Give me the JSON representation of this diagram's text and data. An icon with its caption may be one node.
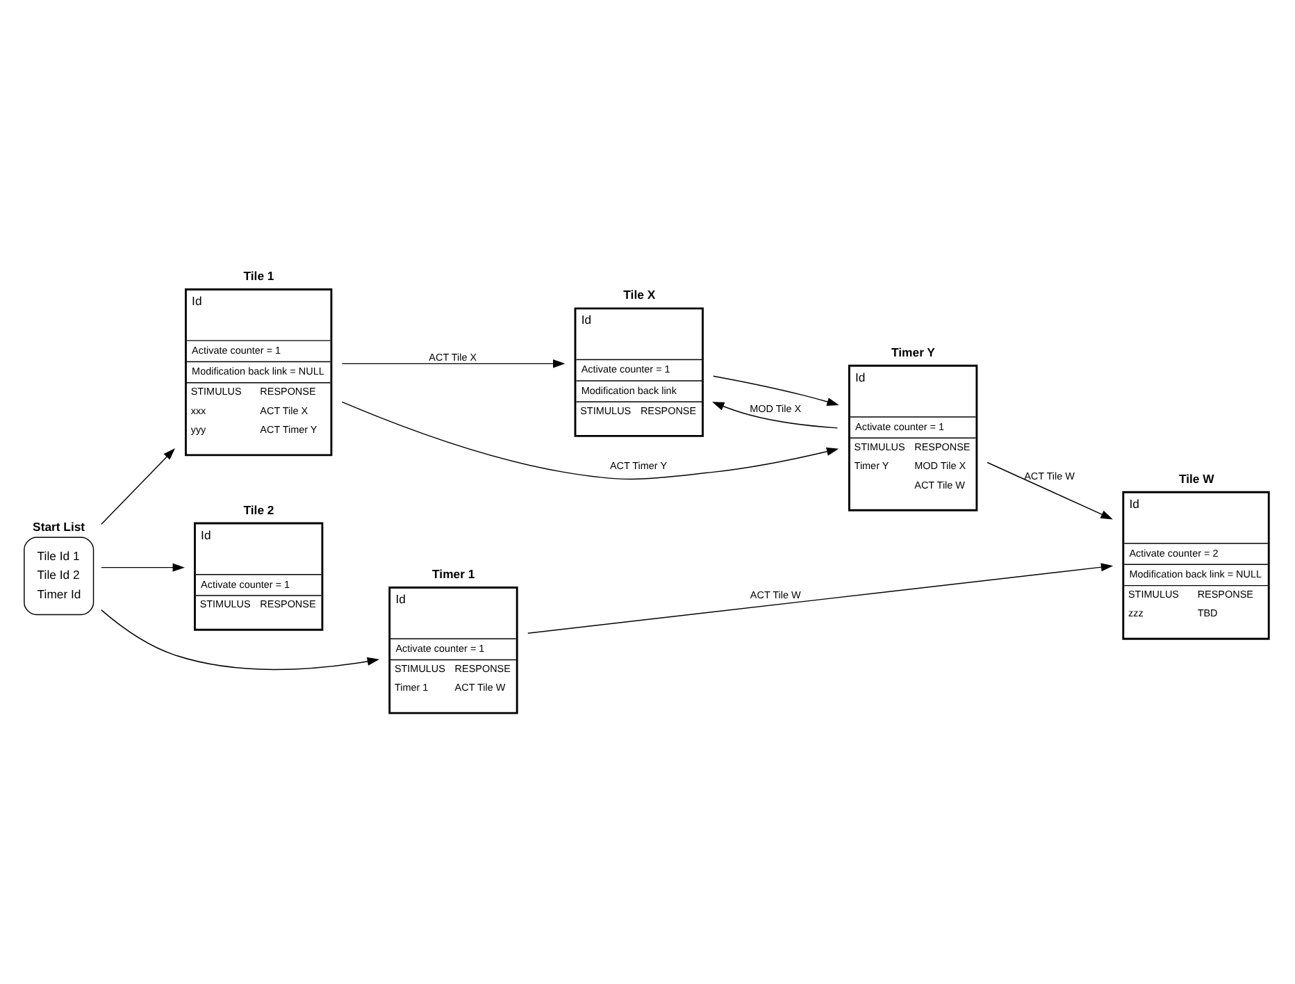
{
  "diagram": {
    "nodes": [
      {
        "text": [
          "Start List",
          "Tile Id 1",
          "Tile Id 2",
          "Timer Id"
        ]
      },
      {
        "text": [
          "Tile 1",
          "Id",
          "Activate counter = 1",
          "Modification back link = NULL",
          "STIMULUS",
          "RESPONSE",
          "xxx",
          "ACT Tile X",
          "yyy",
          "ACT Timer Y"
        ]
      },
      {
        "text": [
          "Tile X",
          "Id",
          "Activate counter = 1",
          "Modification back link",
          "STIMULUS",
          "RESPONSE"
        ]
      },
      {
        "text": [
          "Tile 2",
          "Id",
          "Activate counter = 1",
          "STIMULUS",
          "RESPONSE"
        ]
      },
      {
        "text": [
          "Timer Y",
          "Id",
          "Activate counter = 1",
          "STIMULUS",
          "RESPONSE",
          "Timer Y",
          "MOD Tile X",
          "ACT Tile W"
        ]
      },
      {
        "text": [
          "Tile W",
          "Id",
          "Activate counter = 2",
          "Modification back link = NULL",
          "STIMULUS",
          "RESPONSE",
          "zzz",
          "TBD"
        ]
      },
      {
        "text": [
          "Timer 1",
          "Id",
          "Activate counter = 1",
          "STIMULUS",
          "RESPONSE",
          "Timer 1",
          "ACT Tile W"
        ]
      }
    ],
    "edges": [
      {
        "from": 0,
        "to": 1,
        "arrow": "to"
      },
      {
        "from": 0,
        "to": 3,
        "arrow": "to"
      },
      {
        "from": 0,
        "to": 6,
        "arrow": "to"
      },
      {
        "from": 1,
        "to": 2,
        "arrow": "to",
        "label": "ACT Tile X"
      },
      {
        "from": 1,
        "to": 4,
        "arrow": "to",
        "label": "ACT Timer Y"
      },
      {
        "from": 2,
        "to": 4,
        "arrow": "to"
      },
      {
        "from": 4,
        "to": 2,
        "arrow": "to",
        "label": "MOD Tile X"
      },
      {
        "from": 4,
        "to": 5,
        "arrow": "to",
        "label": "ACT Tile W"
      },
      {
        "from": 6,
        "to": 5,
        "arrow": "to",
        "label": "ACT Tile W"
      }
    ]
  }
}
